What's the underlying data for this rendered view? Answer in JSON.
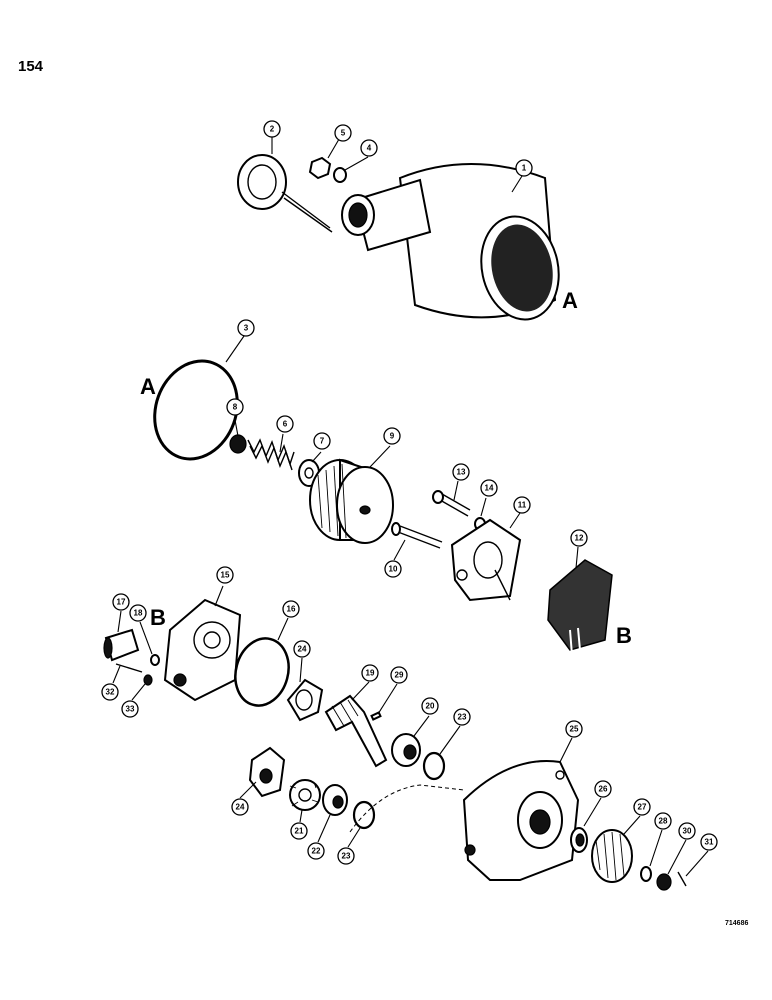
{
  "page": {
    "number": "154",
    "drawing_code": "714686"
  },
  "reference_letters": [
    "A",
    "B"
  ],
  "callouts": [
    "1",
    "2",
    "3",
    "4",
    "5",
    "6",
    "7",
    "8",
    "9",
    "10",
    "11",
    "12",
    "13",
    "14",
    "15",
    "16",
    "17",
    "18",
    "19",
    "20",
    "21",
    "22",
    "23",
    "24",
    "25",
    "26",
    "27",
    "28",
    "29",
    "30",
    "31",
    "32",
    "33"
  ]
}
